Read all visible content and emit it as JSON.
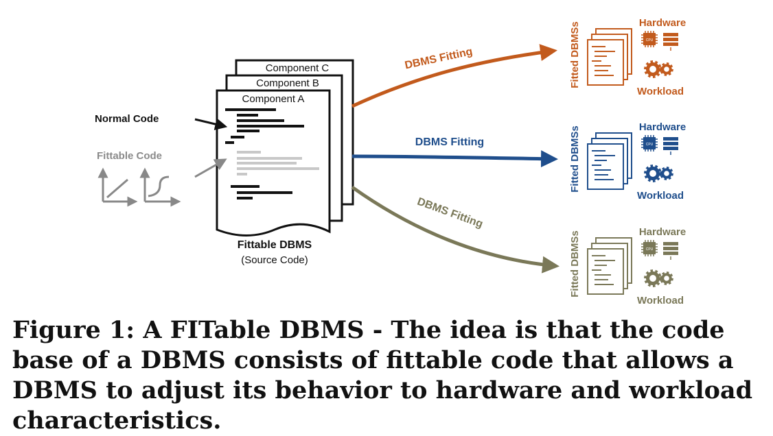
{
  "source": {
    "components": [
      "Component C",
      "Component B",
      "Component A"
    ],
    "title": "Fittable DBMS",
    "subtitle": "(Source Code)"
  },
  "labels": {
    "normal_code": "Normal Code",
    "fittable_code": "Fittable Code"
  },
  "fitting": [
    {
      "label": "DBMS Fitting",
      "color": "#c25a1c",
      "side_title": "Fitted DBMSs",
      "hardware": "Hardware",
      "workload": "Workload"
    },
    {
      "label": "DBMS Fitting",
      "color": "#1f4e8c",
      "side_title": "Fitted DBMSs",
      "hardware": "Hardware",
      "workload": "Workload"
    },
    {
      "label": "DBMS Fitting",
      "color": "#7a7858",
      "side_title": "Fitted DBMSs",
      "hardware": "Hardware",
      "workload": "Workload"
    }
  ],
  "cpu_chip_text": "CPU",
  "caption": "Figure 1: A FITable DBMS - The idea is that the code base of a DBMS consists of fittable code that allows a DBMS to adjust its behavior to hardware and workload characteristics."
}
